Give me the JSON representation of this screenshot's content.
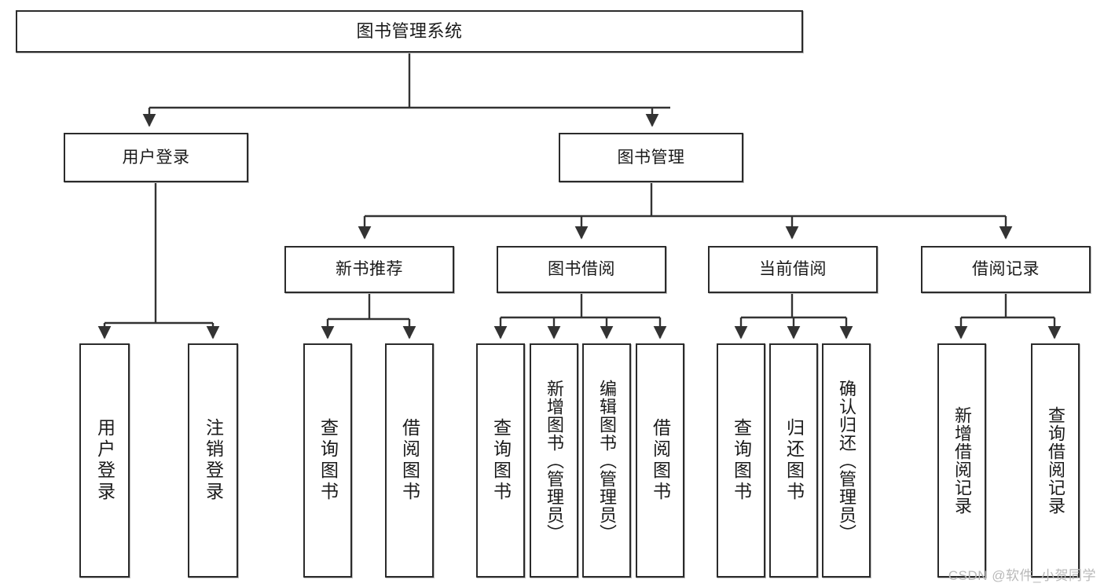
{
  "diagram": {
    "type": "tree",
    "title": "图书管理系统",
    "watermark": "CSDN @软件_小贺同学",
    "colors": {
      "border": "#2b2b2b",
      "background": "#ffffff",
      "text": "#1a1a1a",
      "connector": "#333333",
      "watermark": "#b9b9b9"
    },
    "root": {
      "label": "图书管理系统"
    },
    "level2": [
      {
        "label": "用户登录"
      },
      {
        "label": "图书管理"
      }
    ],
    "level3": [
      {
        "label": "新书推荐"
      },
      {
        "label": "图书借阅"
      },
      {
        "label": "当前借阅"
      },
      {
        "label": "借阅记录"
      }
    ],
    "leaves": {
      "user_login": [
        {
          "label": "用户登录"
        },
        {
          "label": "注销登录"
        }
      ],
      "new_book": [
        {
          "label": "查询图书"
        },
        {
          "label": "借阅图书"
        }
      ],
      "book_borrow": [
        {
          "label": "查询图书"
        },
        {
          "label": "新增图书（管理员）"
        },
        {
          "label": "编辑图书（管理员）"
        },
        {
          "label": "借阅图书"
        }
      ],
      "current_borrow": [
        {
          "label": "查询图书"
        },
        {
          "label": "归还图书"
        },
        {
          "label": "确认归还（管理员）"
        }
      ],
      "borrow_record": [
        {
          "label": "新增借阅记录"
        },
        {
          "label": "查询借阅记录"
        }
      ]
    }
  }
}
